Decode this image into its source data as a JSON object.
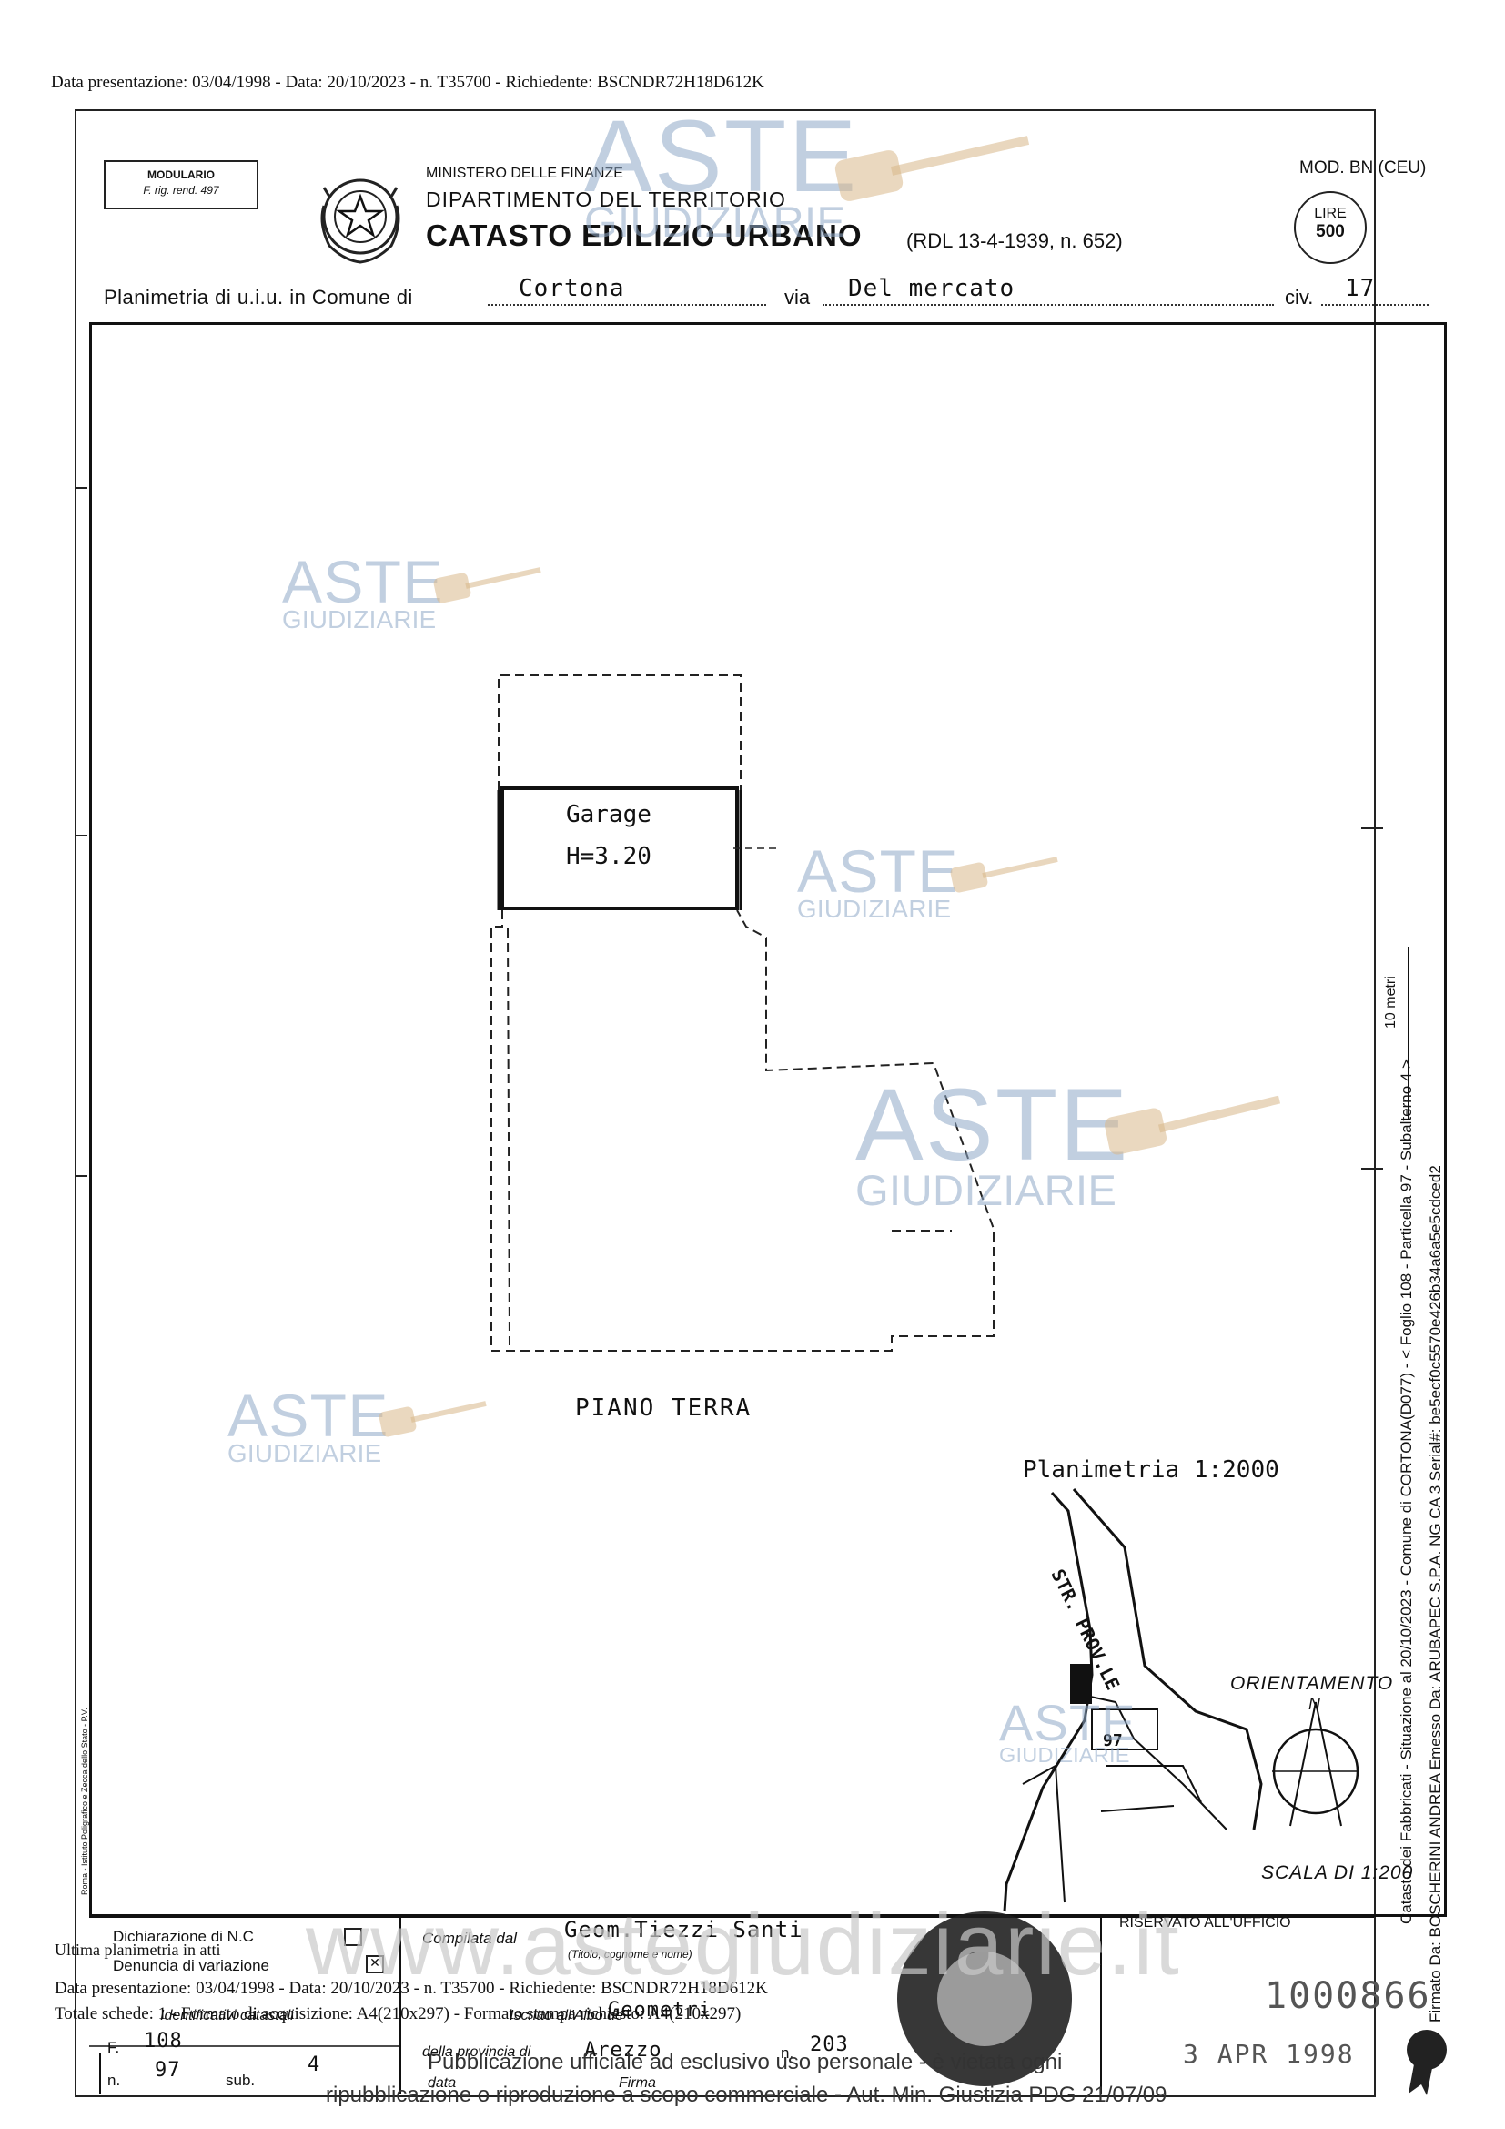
{
  "header_top": "Data presentazione: 03/04/1998 - Data: 20/10/2023 - n. T35700 - Richiedente: BSCNDR72H18D612K",
  "modulario": {
    "line1": "MODULARIO",
    "line2": "F. rig. rend. 497"
  },
  "ministry": {
    "line1": "MINISTERO DELLE FINANZE",
    "line2": "DIPARTIMENTO DEL TERRITORIO",
    "line3": "CATASTO EDILIZIO URBANO",
    "rdl": "(RDL 13-4-1939, n. 652)"
  },
  "mod": {
    "label": "MOD. BN (CEU)",
    "lire_label": "LIRE",
    "lire_value": "500"
  },
  "planimetria_line": {
    "prefix": "Planimetria di u.i.u. in Comune di",
    "comune": "Cortona",
    "via_label": "via",
    "via": "Del mercato",
    "civ_label": "civ.",
    "civ": "17"
  },
  "plan": {
    "room_name": "Garage",
    "room_height": "H=3.20",
    "floor_label": "PIANO TERRA"
  },
  "map": {
    "title": "Planimetria 1:2000",
    "road": "STR. PROV.LE",
    "particella": "97",
    "orientation": "ORIENTAMENTO",
    "north": "N",
    "scala": "SCALA DI 1:200"
  },
  "side_text": {
    "line1": "Catasto dei Fabbricati - Situazione al 20/10/2023 - Comune di CORTONA(D077) - < Foglio 108 - Particella 97 - Subalterno 4 >",
    "line2": "Firmato Da: BOSCHERINI ANDREA Emesso Da: ARUBAPEC S.P.A. NG CA 3 Serial#: be5ecf0c5570e426b34a6a5e5cdced2",
    "scale_bar": "10 metri"
  },
  "footer": {
    "ultima": "Ultima planimetria in atti",
    "dichiarazione": "Dichiarazione di N.C",
    "denuncia": "Denuncia di variazione",
    "compilata": "Compilata dal",
    "geom_name": "Geom.Tiezzi Santi",
    "titolo_note": "(Titolo, cognome e nome)",
    "repeat_line": "Data presentazione: 03/04/1998 - Data: 20/10/2023 - n. T35700 - Richiedente: BSCNDR72H18D612K",
    "totale": "Totale schede: 1 - Formato di acquisizione: A4(210x297) - Formato stampa richiesto: A4(210x297)",
    "identificativi": "Identificativi catastali",
    "iscritto": "Iscritto all'Albo de",
    "geometri": "Geometri",
    "provincia_label": "della provincia di",
    "provincia": "Arezzo",
    "n_label": "n.",
    "albo_n": "203",
    "foglio_label": "F.",
    "foglio": "108",
    "part_label": "n.",
    "part": "97",
    "sub_label": "sub.",
    "sub": "4",
    "data_label": "data",
    "firma_label": "Firma",
    "riservato": "RISERVATO ALL'UFFICIO",
    "stamp_number": "1000866",
    "stamp_date": "3 APR 1998",
    "pub_line1": "Pubblicazione ufficiale ad esclusivo uso personale - è vietata ogni",
    "pub_line2": "ripubblicazione o riproduzione a scopo commerciale - Aut. Min. Giustizia PDG 21/07/09",
    "site_watermark": "www.astegiudiziarie.it",
    "printer": "Roma - Istituto Poligrafico e Zecca dello Stato - P.V."
  },
  "watermark": {
    "brand1": "ASTE",
    "brand2": "GIUDIZIARIE"
  },
  "colors": {
    "watermark": "#8fa9c8",
    "ink": "#111111"
  }
}
